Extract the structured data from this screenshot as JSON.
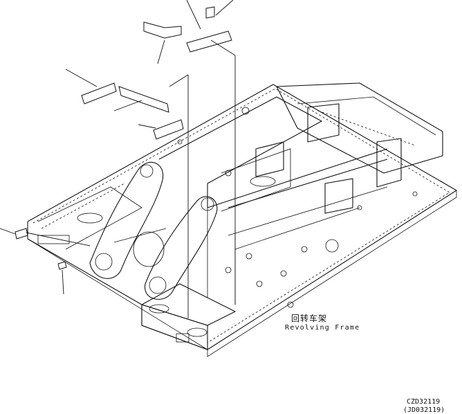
{
  "labels": {
    "part_name_cn": "回转车架",
    "part_name_en": "Revolving Frame",
    "drawing_code_1": "CZD32119",
    "drawing_code_2": "(JD032119)"
  },
  "colors": {
    "ink": "#111111",
    "paper": "#ffffff"
  }
}
